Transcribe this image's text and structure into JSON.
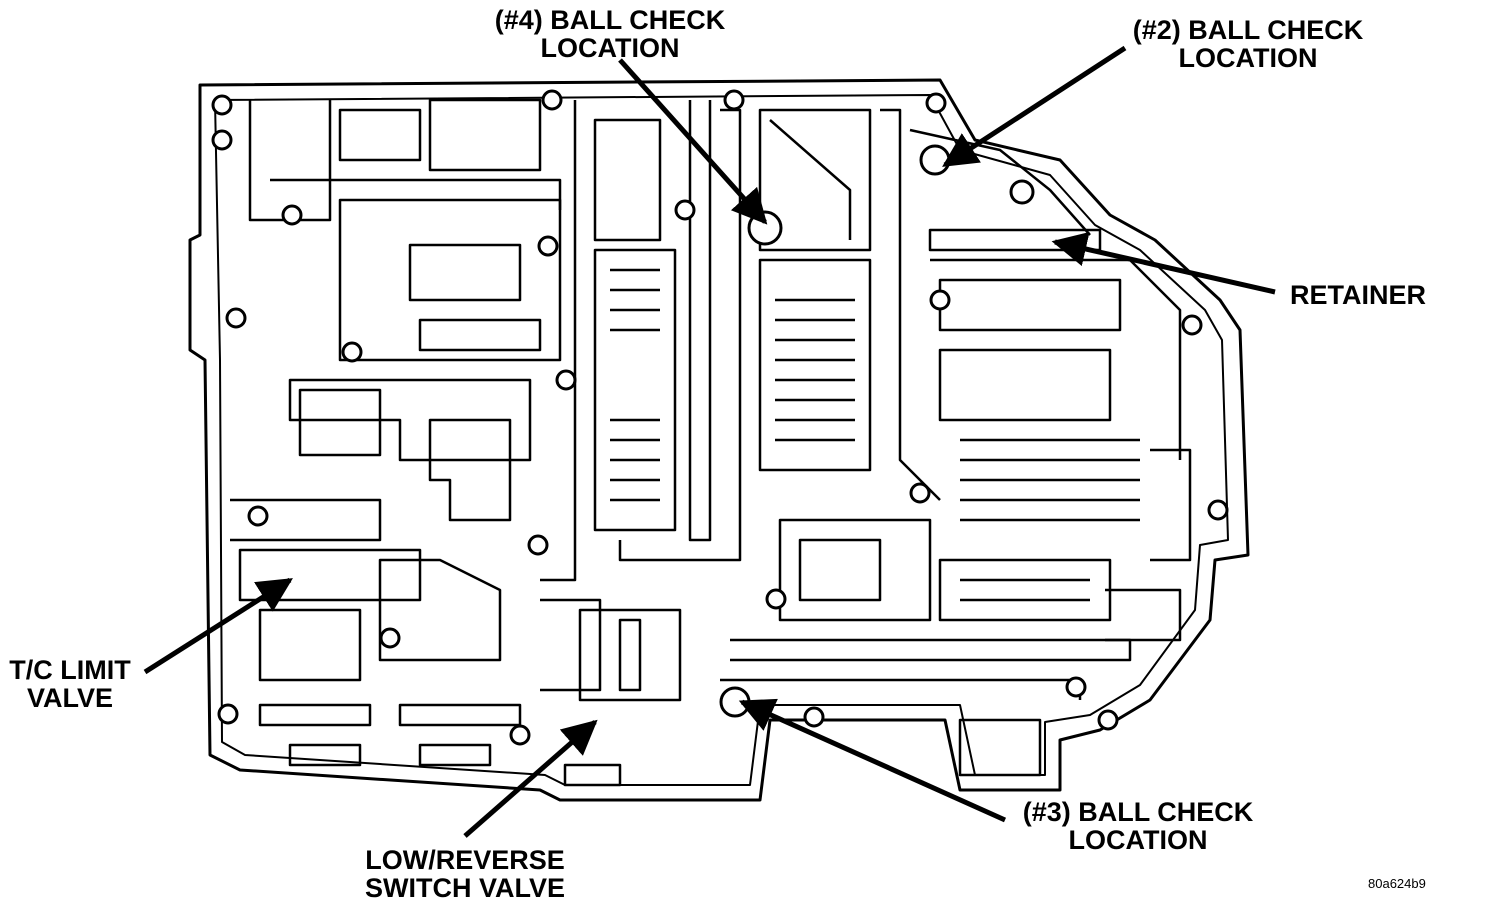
{
  "labels": {
    "ball4": {
      "line1": "(#4) BALL CHECK",
      "line2": "LOCATION"
    },
    "ball2": {
      "line1": "(#2) BALL CHECK",
      "line2": "LOCATION"
    },
    "retainer": {
      "line1": "RETAINER"
    },
    "tc_limit": {
      "line1": "T/C LIMIT",
      "line2": "VALVE"
    },
    "ball3": {
      "line1": "(#3) BALL CHECK",
      "line2": "LOCATION"
    },
    "low_reverse": {
      "line1": "LOW/REVERSE",
      "line2": "SWITCH VALVE"
    }
  },
  "figure_code": "80a624b9",
  "colors": {
    "ink": "#000000",
    "paper": "#ffffff"
  }
}
